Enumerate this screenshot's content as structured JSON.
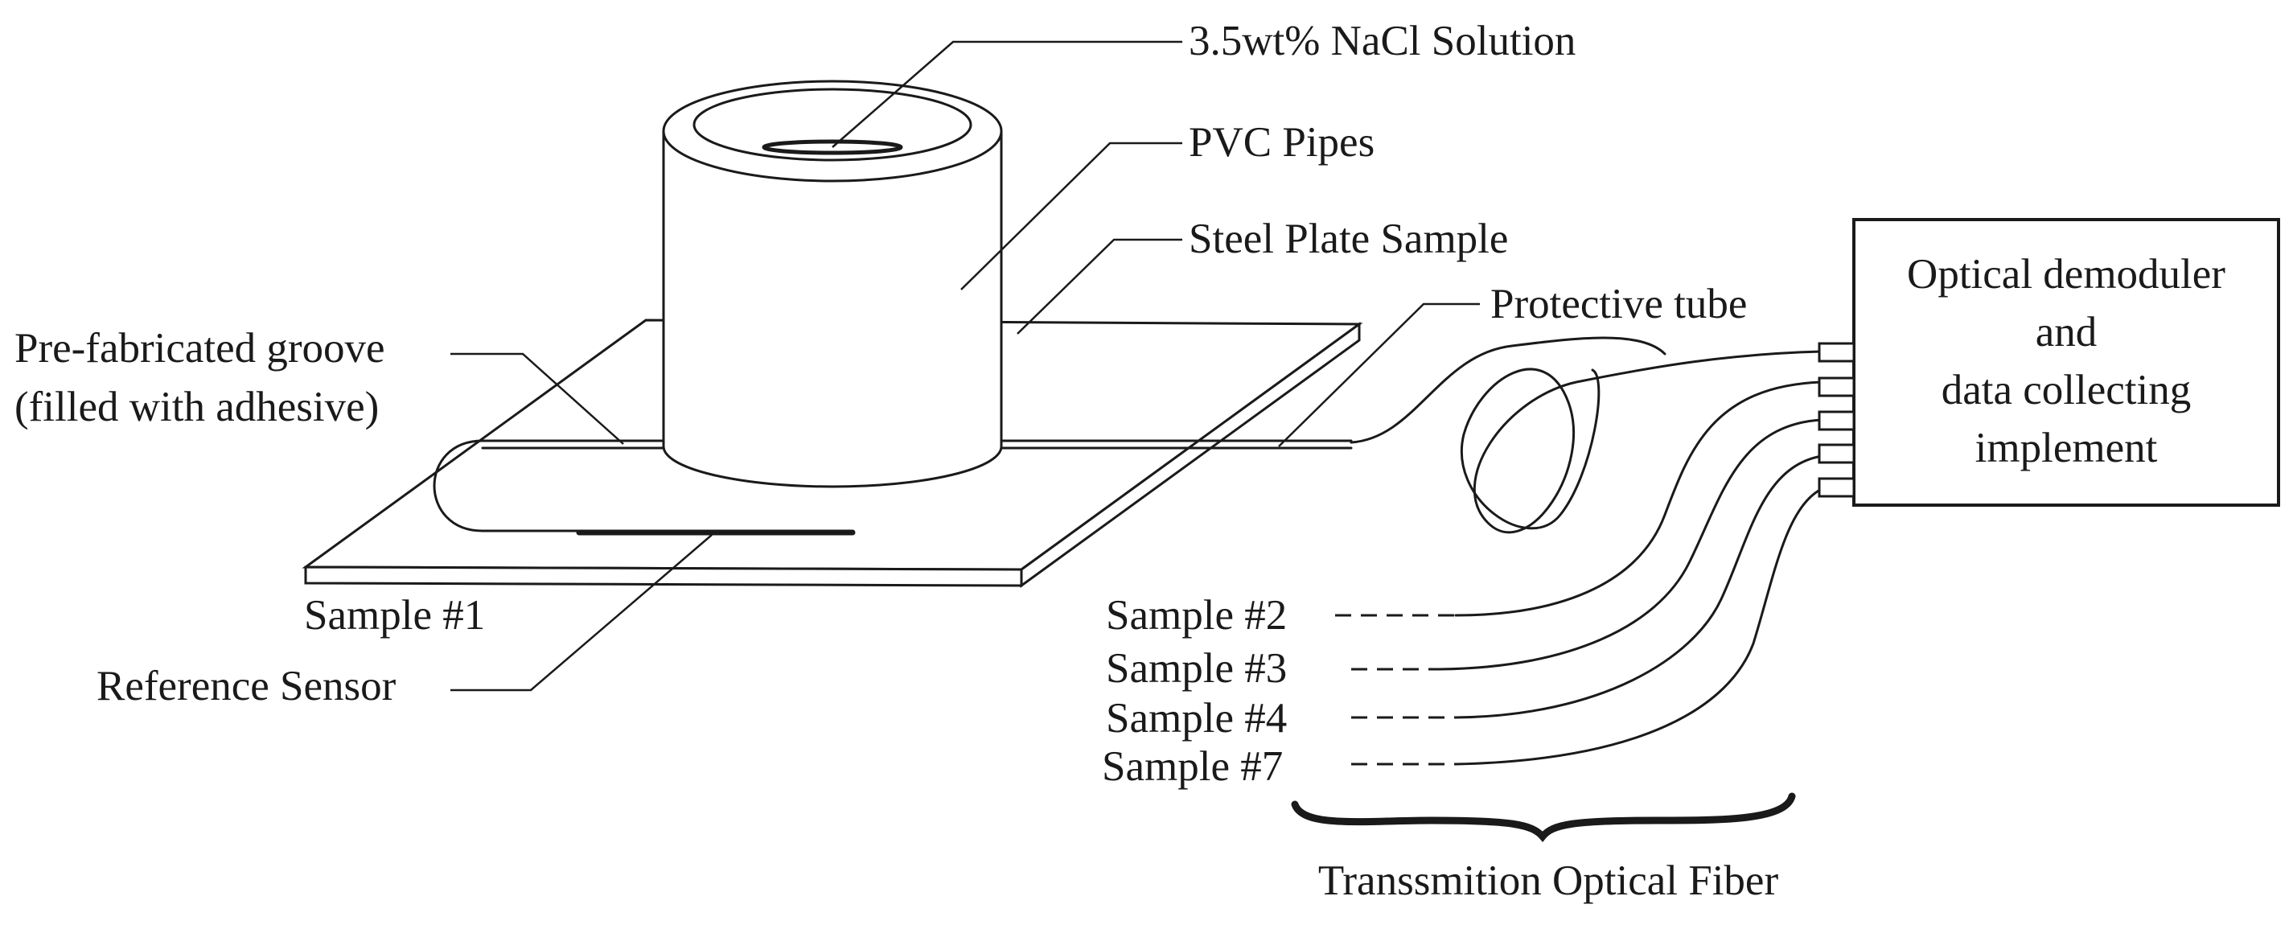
{
  "labels": {
    "nacl": "3.5wt% NaCl Solution",
    "pvc": "PVC Pipes",
    "steel": "Steel Plate Sample",
    "protective": "Protective tube",
    "groove_line1": "Pre-fabricated groove",
    "groove_line2": "(filled with adhesive)",
    "sample1": "Sample #1",
    "reference": "Reference Sensor",
    "transmission": "Transsmition Optical Fiber"
  },
  "box": {
    "line1": "Optical demoduler",
    "line2": "and",
    "line3": "data collecting",
    "line4": "implement"
  },
  "samples": [
    {
      "label": "Sample #2"
    },
    {
      "label": "Sample #3"
    },
    {
      "label": "Sample #4"
    },
    {
      "label": "Sample #7"
    }
  ]
}
